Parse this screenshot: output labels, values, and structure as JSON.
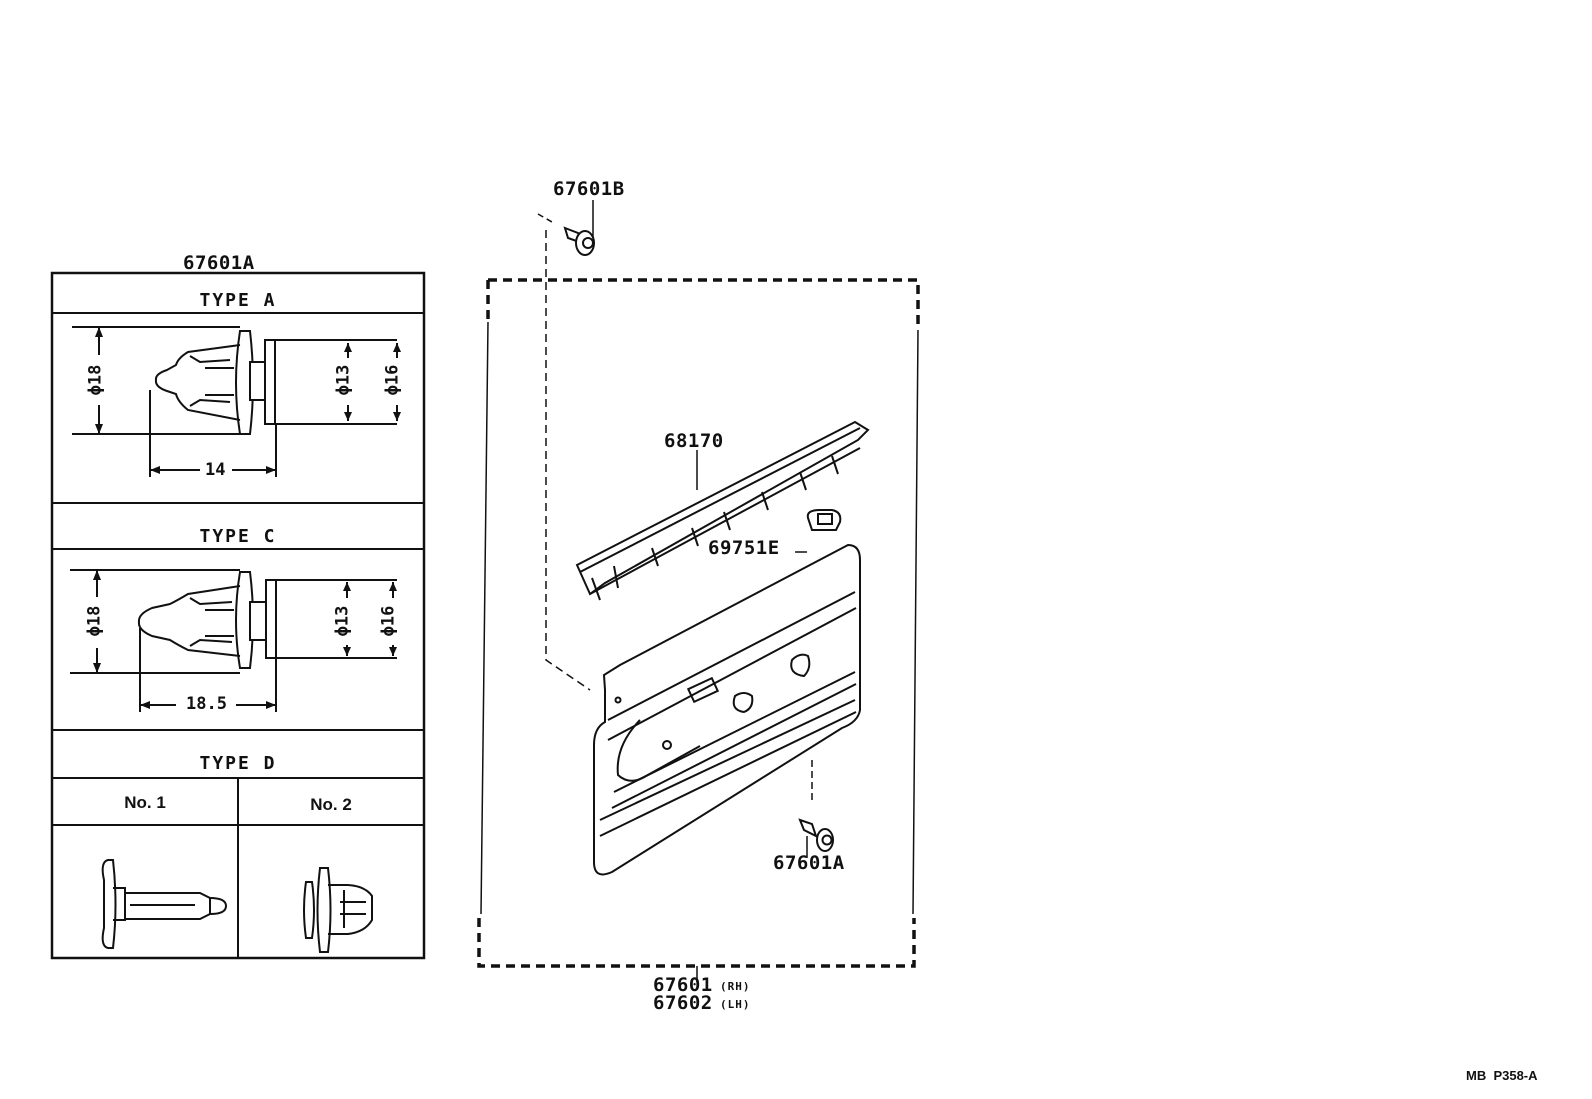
{
  "clip_table": {
    "part_number": "67601A",
    "type_a": {
      "title": "TYPE A",
      "dims": {
        "head_dia": "ϕ18",
        "shank_dia": "ϕ13",
        "flange_dia": "ϕ16",
        "length": "14"
      }
    },
    "type_c": {
      "title": "TYPE C",
      "dims": {
        "head_dia": "ϕ18",
        "shank_dia": "ϕ13",
        "flange_dia": "ϕ16",
        "length": "18.5"
      }
    },
    "type_d": {
      "title": "TYPE D",
      "col1": "No. 1",
      "col2": "No. 2"
    }
  },
  "callouts": {
    "clip_top": "67601B",
    "weatherstrip": "68170",
    "clip_small": "69751E",
    "clip_bottom": "67601A",
    "panel_rh": "67601",
    "panel_rh_side": "(RH)",
    "panel_lh": "67602",
    "panel_lh_side": "(LH)"
  },
  "page_code": "MB  P358-A",
  "colors": {
    "ink": "#111111",
    "background": "#ffffff"
  }
}
